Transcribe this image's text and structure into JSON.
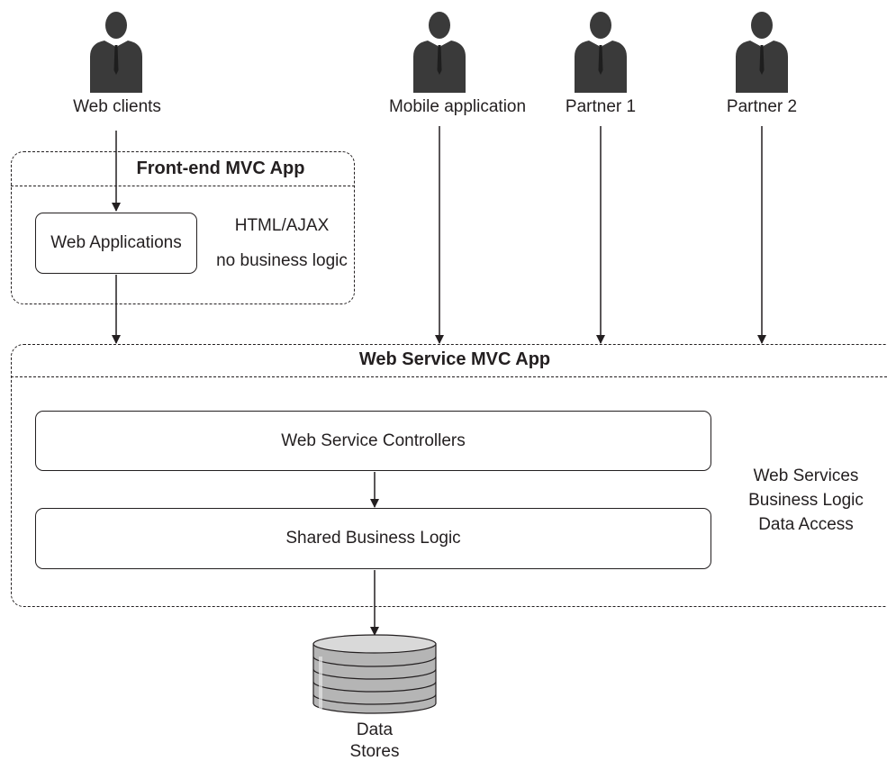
{
  "actors": {
    "web_clients": "Web clients",
    "mobile_application": "Mobile application",
    "partner_1": "Partner 1",
    "partner_2": "Partner 2"
  },
  "frontend": {
    "title": "Front-end MVC App",
    "web_applications": "Web Applications",
    "note_line1": "HTML/AJAX",
    "note_line2": "no business logic"
  },
  "webservice": {
    "title": "Web Service MVC App",
    "controllers": "Web Service Controllers",
    "business_logic": "Shared Business Logic",
    "note_line1": "Web Services",
    "note_line2": "Business Logic",
    "note_line3": "Data Access"
  },
  "datastore": {
    "line1": "Data",
    "line2": "Stores"
  },
  "colors": {
    "person": "#3a3a3a",
    "lines": "#231f20"
  }
}
